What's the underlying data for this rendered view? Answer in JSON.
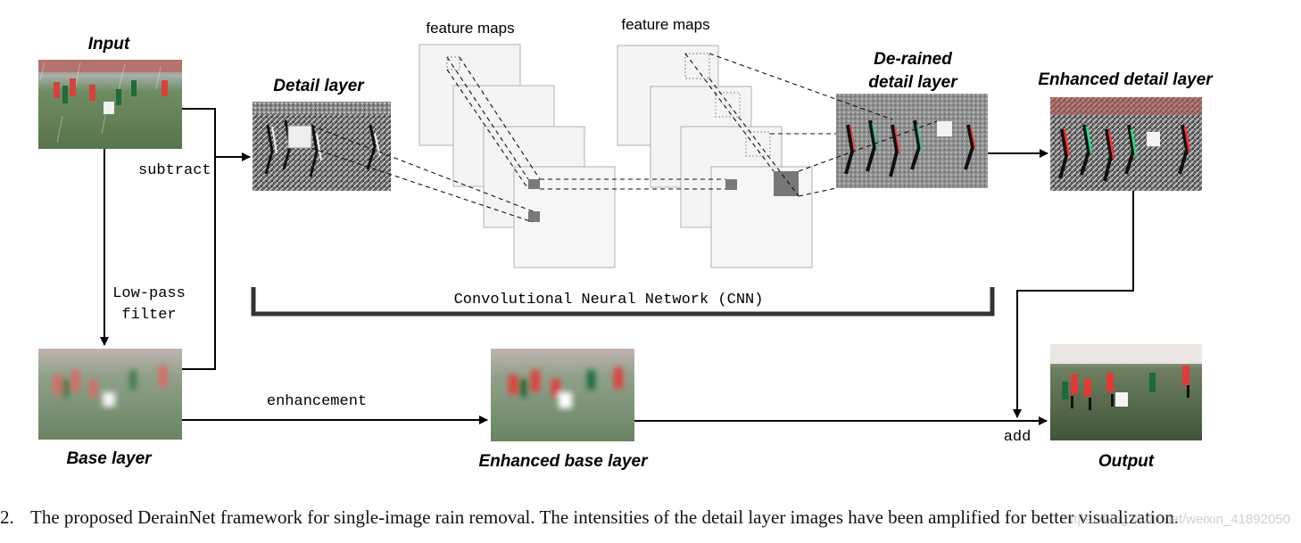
{
  "labels": {
    "input": "Input",
    "detail_layer": "Detail layer",
    "derained_line1": "De-rained",
    "derained_line2": "detail layer",
    "enhanced_detail_layer": "Enhanced detail layer",
    "base_layer": "Base layer",
    "enhanced_base_layer": "Enhanced base layer",
    "output": "Output",
    "subtract": "subtract",
    "lowpass_line1": "Low-pass",
    "lowpass_line2": "filter",
    "enhancement": "enhancement",
    "add": "add",
    "feature_maps_1": "feature maps",
    "feature_maps_2": "feature maps",
    "cnn": "Convolutional Neural Network (CNN)"
  },
  "caption": {
    "number": "2.",
    "text": "The proposed DerainNet framework for single-image rain removal. The intensities of the detail layer images have been amplified for better visualization."
  },
  "watermark": "https://blog.csdn.net/weixin_41892050"
}
